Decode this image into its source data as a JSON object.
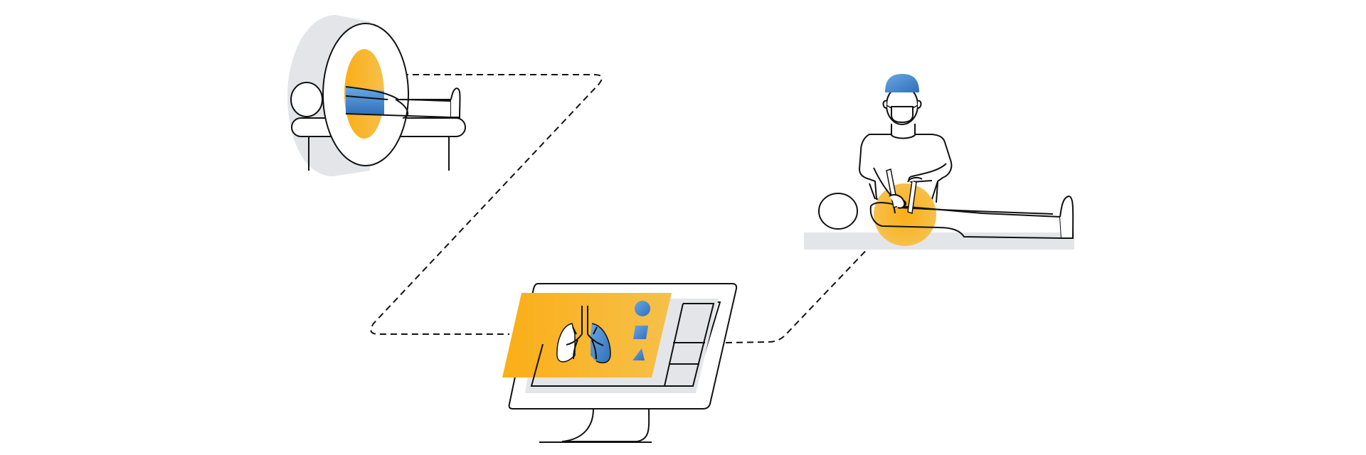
{
  "colors": {
    "stroke": "#111111",
    "accent_yellow": "#FBB117",
    "accent_yellow_light": "#F6C04A",
    "accent_blue": "#3D82C9",
    "accent_blue_light": "#6AA8E3",
    "panel_gray": "#E3E5E8",
    "background": "#FFFFFF"
  },
  "scenes": {
    "scanner": {
      "name": "ct-scanner-scene",
      "icon": "ct-scanner-icon"
    },
    "monitor": {
      "name": "imaging-monitor-scene",
      "icon": "monitor-icon",
      "screen_icons": [
        "lungs-icon",
        "circle-icon",
        "square-icon",
        "triangle-icon"
      ]
    },
    "surgery": {
      "name": "surgery-scene",
      "icon": "surgeon-icon"
    }
  },
  "connectors": {
    "style": "dashed",
    "links": [
      "scanner-to-monitor",
      "monitor-to-surgery"
    ]
  }
}
